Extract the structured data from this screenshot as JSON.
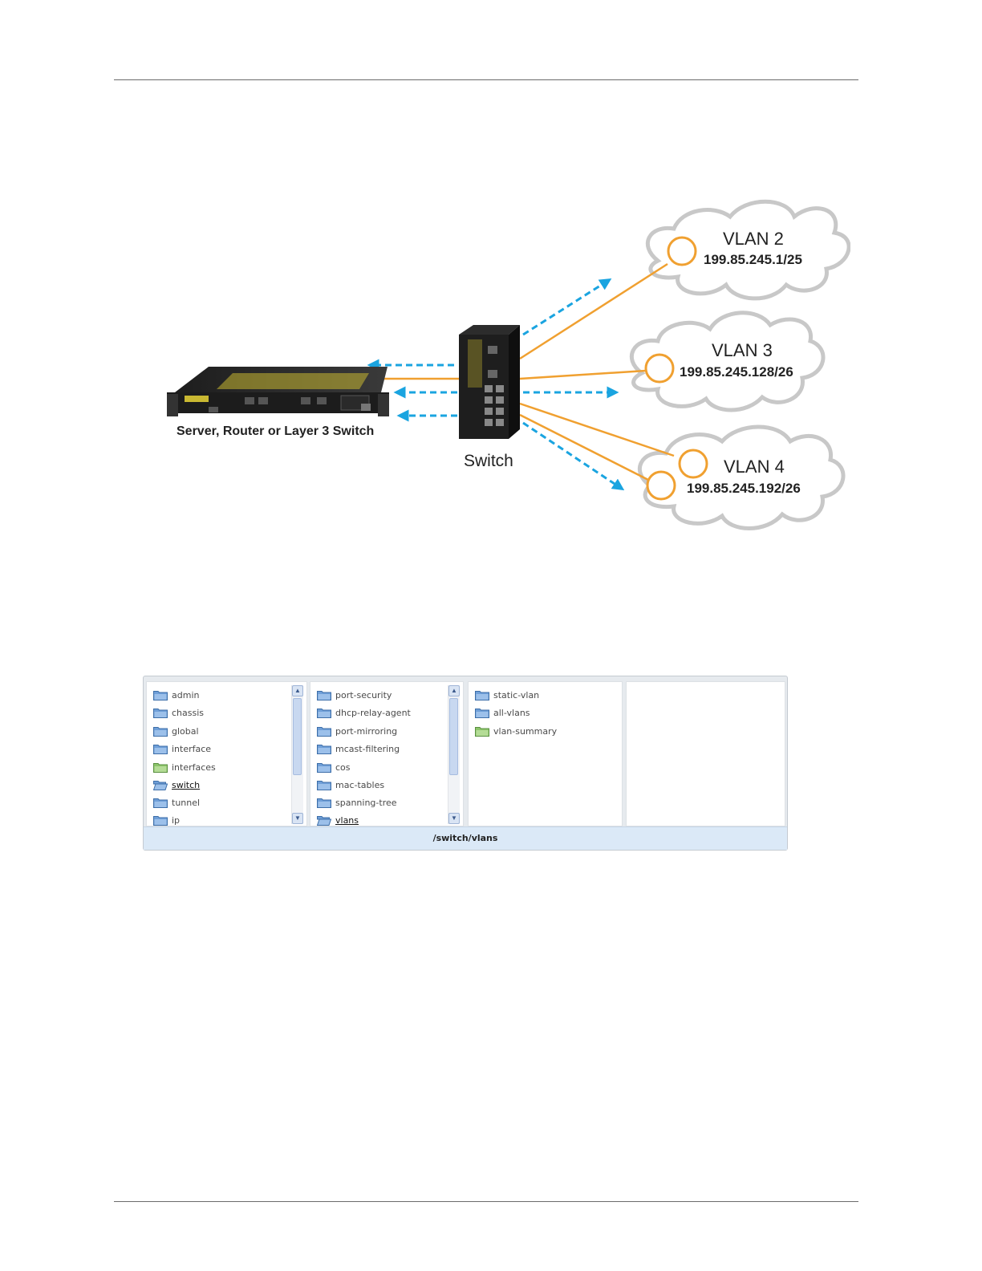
{
  "diagram": {
    "server_label": "Server, Router or Layer 3 Switch",
    "switch_label": "Switch",
    "vlans": [
      {
        "name": "VLAN 2",
        "ip": "199.85.245.1/25"
      },
      {
        "name": "VLAN 3",
        "ip": "199.85.245.128/26"
      },
      {
        "name": "VLAN 4",
        "ip": "199.85.245.192/26"
      }
    ],
    "colors": {
      "line": "#f0a030",
      "arrow": "#1aa4e0",
      "cloud": "#c8c8c8"
    }
  },
  "browser": {
    "columns": [
      {
        "items": [
          {
            "label": "admin",
            "icon": "folder-blue-icon"
          },
          {
            "label": "chassis",
            "icon": "folder-blue-icon"
          },
          {
            "label": "global",
            "icon": "folder-blue-icon"
          },
          {
            "label": "interface",
            "icon": "folder-blue-icon"
          },
          {
            "label": "interfaces",
            "icon": "folder-green-icon"
          },
          {
            "label": "switch",
            "icon": "folder-open-icon",
            "selected": true
          },
          {
            "label": "tunnel",
            "icon": "folder-blue-icon"
          },
          {
            "label": "ip",
            "icon": "folder-blue-icon"
          }
        ]
      },
      {
        "items": [
          {
            "label": "port-security",
            "icon": "folder-blue-icon"
          },
          {
            "label": "dhcp-relay-agent",
            "icon": "folder-blue-icon"
          },
          {
            "label": "port-mirroring",
            "icon": "folder-blue-icon"
          },
          {
            "label": "mcast-filtering",
            "icon": "folder-blue-icon"
          },
          {
            "label": "cos",
            "icon": "folder-blue-icon"
          },
          {
            "label": "mac-tables",
            "icon": "folder-blue-icon"
          },
          {
            "label": "spanning-tree",
            "icon": "folder-blue-icon"
          },
          {
            "label": "vlans",
            "icon": "folder-open-icon",
            "selected": true
          }
        ]
      },
      {
        "items": [
          {
            "label": "static-vlan",
            "icon": "folder-blue-icon"
          },
          {
            "label": "all-vlans",
            "icon": "folder-blue-icon"
          },
          {
            "label": "vlan-summary",
            "icon": "folder-green-icon"
          }
        ]
      }
    ],
    "path": "/switch/vlans"
  }
}
